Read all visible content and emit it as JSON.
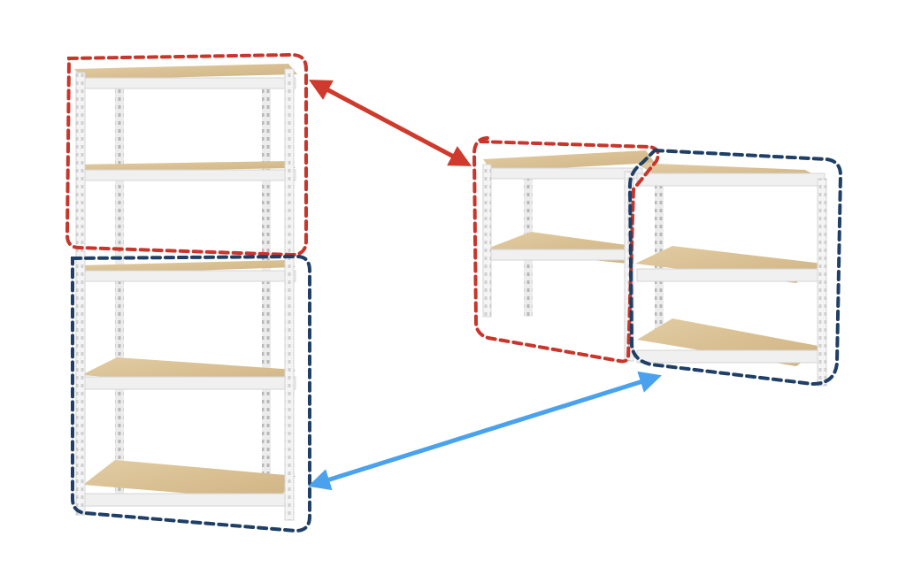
{
  "colors": {
    "background": "#ffffff",
    "top_section_outline": "#c9352b",
    "bottom_section_outline": "#1f3f66",
    "top_link_arrow": "#cf3a2c",
    "bottom_link_arrow": "#4aa2ee",
    "shelf_board": "#d8bf93",
    "shelf_board_shadow": "#c4a877",
    "frame": "#f1f1f1",
    "frame_shade": "#d9d9d9",
    "frame_holes": "#b9b9b9"
  },
  "figure": {
    "left_unit": {
      "kind": "tall shelving unit",
      "shelves": 5,
      "sections": [
        "top-section",
        "bottom-section"
      ]
    },
    "right_unit": {
      "kind": "two side-by-side benches",
      "benches": 2
    },
    "links": [
      {
        "from": "left-top-section",
        "to": "right-left-bench",
        "color_key": "top_link_arrow"
      },
      {
        "from": "left-bottom-section",
        "to": "right-right-bench",
        "color_key": "bottom_link_arrow"
      }
    ]
  }
}
